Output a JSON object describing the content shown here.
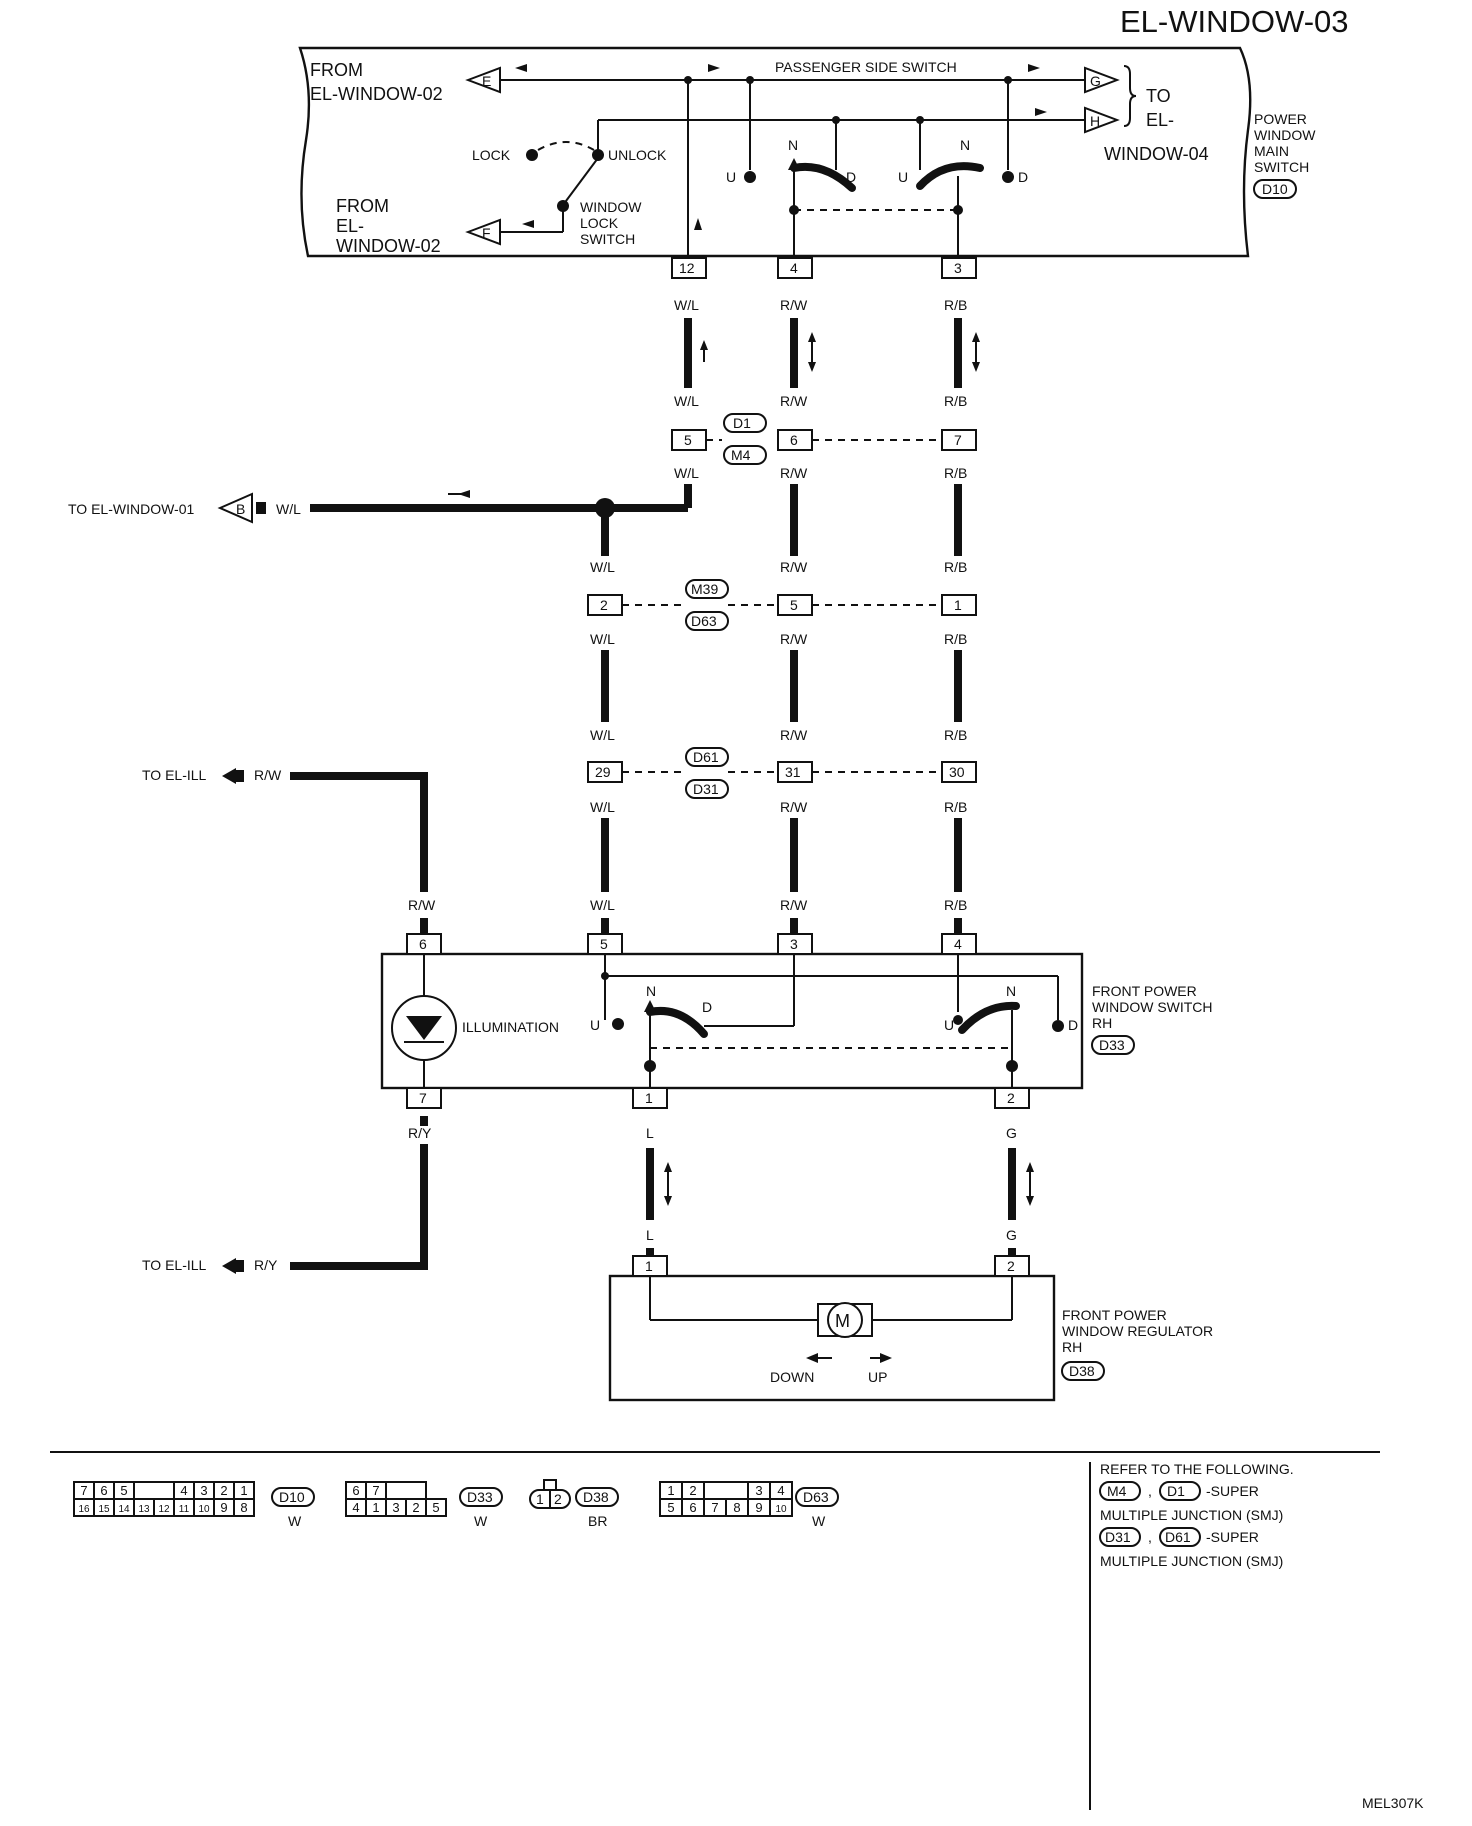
{
  "title": "EL-WINDOW-03",
  "code": "MEL307K",
  "main_switch": {
    "from1_a": "FROM",
    "from1_b": "EL-WINDOW-02",
    "from2_a": "FROM",
    "from2_b": "EL-",
    "from2_c": "WINDOW-02",
    "to_a": "TO",
    "to_b": "EL-",
    "to_c": "WINDOW-04",
    "passenger": "PASSENGER SIDE SWITCH",
    "lock": "LOCK",
    "unlock": "UNLOCK",
    "wl_a": "WINDOW",
    "wl_b": "LOCK",
    "wl_c": "SWITCH",
    "name_a": "POWER",
    "name_b": "WINDOW",
    "name_c": "MAIN",
    "name_d": "SWITCH",
    "conn": "D10",
    "term_e": "E",
    "term_f": "F",
    "term_g": "G",
    "term_h": "H",
    "n": "N",
    "u": "U",
    "d": "D"
  },
  "pins_top": [
    "12",
    "4",
    "3"
  ],
  "colors": {
    "c1": "W/L",
    "c2": "R/W",
    "c3": "R/B"
  },
  "junctions": [
    {
      "conn_a": "D1",
      "conn_b": "M4",
      "pins": [
        "5",
        "6",
        "7"
      ]
    },
    {
      "conn_a": "M39",
      "conn_b": "D63",
      "pins": [
        "2",
        "5",
        "1"
      ]
    },
    {
      "conn_a": "D61",
      "conn_b": "D31",
      "pins": [
        "29",
        "31",
        "30"
      ]
    }
  ],
  "to_window01": "TO EL-WINDOW-01",
  "term_b": "B",
  "ill1": {
    "label": "TO EL-ILL",
    "color": "R/W"
  },
  "ill2": {
    "label": "TO EL-ILL",
    "color": "R/Y"
  },
  "rh_switch": {
    "pins_top": [
      "6",
      "5",
      "3",
      "4"
    ],
    "pins_bottom": [
      "7",
      "1",
      "2"
    ],
    "illumination": "ILLUMINATION",
    "name_a": "FRONT POWER",
    "name_b": "WINDOW SWITCH",
    "name_c": "RH",
    "conn": "D33"
  },
  "wire_l": "L",
  "wire_g": "G",
  "regulator": {
    "pins": [
      "1",
      "2"
    ],
    "motor": "M",
    "down": "DOWN",
    "up": "UP",
    "name_a": "FRONT POWER",
    "name_b": "WINDOW REGULATOR",
    "name_c": "RH",
    "conn": "D38"
  },
  "connectors": [
    {
      "id": "D10",
      "color": "W",
      "row1": [
        "7",
        "6",
        "5",
        "",
        "4",
        "3",
        "2",
        "1"
      ],
      "row2": [
        "16",
        "15",
        "14",
        "13",
        "12",
        "11",
        "10",
        "9",
        "8"
      ]
    },
    {
      "id": "D33",
      "color": "W",
      "row1": [
        "6",
        "7",
        ""
      ],
      "row2": [
        "4",
        "1",
        "3",
        "2",
        "5"
      ]
    },
    {
      "id": "D38",
      "color": "BR",
      "row1": [
        "1",
        "2"
      ]
    },
    {
      "id": "D63",
      "color": "W",
      "row1": [
        "1",
        "2",
        "",
        "3",
        "4"
      ],
      "row2": [
        "5",
        "6",
        "7",
        "8",
        "9",
        "10"
      ]
    }
  ],
  "refer": {
    "l1": "REFER TO THE FOLLOWING.",
    "a1": "M4",
    "a2": "D1",
    "l2": "-SUPER",
    "l3": "MULTIPLE JUNCTION (SMJ)",
    "b1": "D31",
    "b2": "D61",
    "l4": "-SUPER",
    "l5": "MULTIPLE JUNCTION (SMJ)"
  }
}
